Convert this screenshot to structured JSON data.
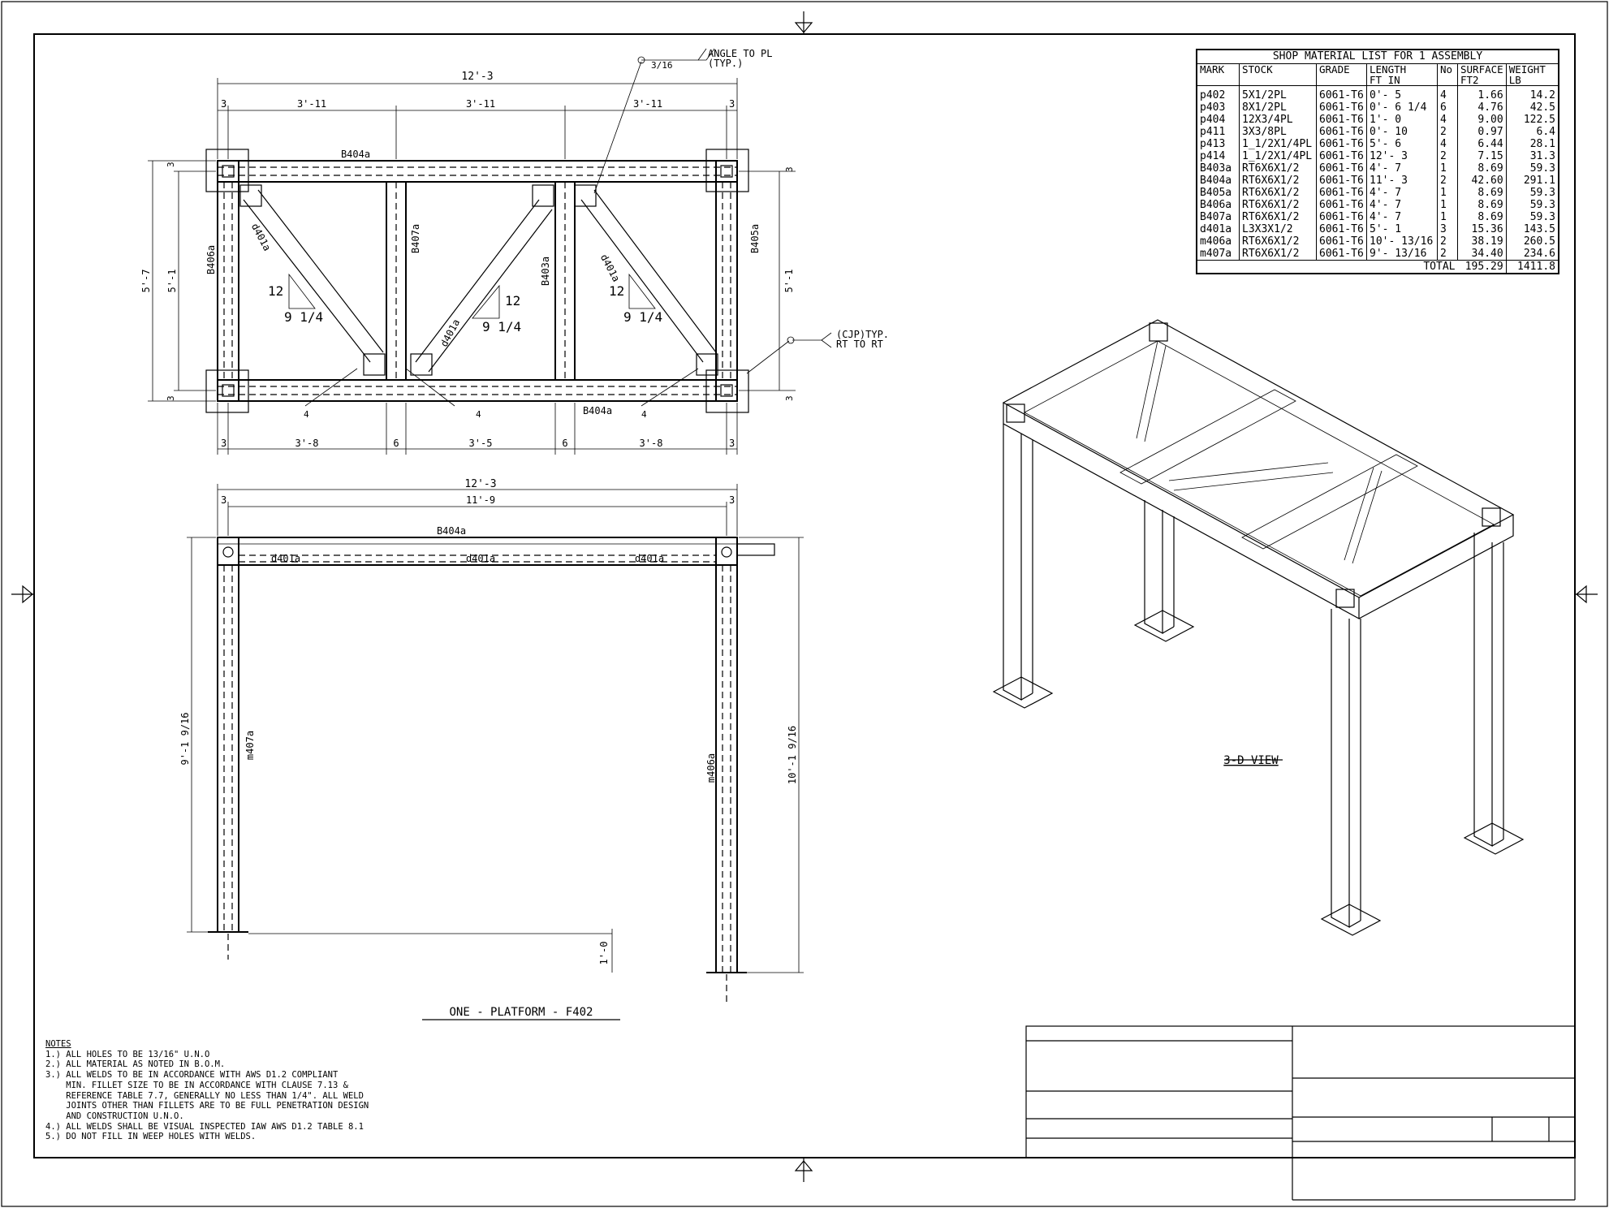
{
  "bom": {
    "title": "SHOP MATERIAL LIST FOR 1 ASSEMBLY",
    "headers": {
      "mark": "MARK",
      "stock": "STOCK",
      "grade": "GRADE",
      "length": "LENGTH",
      "length_sub": "FT  IN",
      "no": "No",
      "surface": "SURFACE",
      "surface_unit": "FT2",
      "weight": "WEIGHT",
      "weight_unit": "LB"
    },
    "rows": [
      {
        "mark": "p402",
        "stock": "5X1/2PL",
        "grade": "6061-T6",
        "length": "0'- 5",
        "no": "4",
        "surface": "1.66",
        "weight": "14.2"
      },
      {
        "mark": "p403",
        "stock": "8X1/2PL",
        "grade": "6061-T6",
        "length": "0'- 6 1/4",
        "no": "6",
        "surface": "4.76",
        "weight": "42.5"
      },
      {
        "mark": "p404",
        "stock": "12X3/4PL",
        "grade": "6061-T6",
        "length": "1'- 0",
        "no": "4",
        "surface": "9.00",
        "weight": "122.5"
      },
      {
        "mark": "p411",
        "stock": "3X3/8PL",
        "grade": "6061-T6",
        "length": "0'- 10",
        "no": "2",
        "surface": "0.97",
        "weight": "6.4"
      },
      {
        "mark": "p413",
        "stock": "1_1/2X1/4PL",
        "grade": "6061-T6",
        "length": "5'- 6",
        "no": "4",
        "surface": "6.44",
        "weight": "28.1"
      },
      {
        "mark": "p414",
        "stock": "1_1/2X1/4PL",
        "grade": "6061-T6",
        "length": "12'- 3",
        "no": "2",
        "surface": "7.15",
        "weight": "31.3"
      },
      {
        "mark": "B403a",
        "stock": "RT6X6X1/2",
        "grade": "6061-T6",
        "length": "4'- 7",
        "no": "1",
        "surface": "8.69",
        "weight": "59.3"
      },
      {
        "mark": "B404a",
        "stock": "RT6X6X1/2",
        "grade": "6061-T6",
        "length": "11'- 3",
        "no": "2",
        "surface": "42.60",
        "weight": "291.1"
      },
      {
        "mark": "B405a",
        "stock": "RT6X6X1/2",
        "grade": "6061-T6",
        "length": "4'- 7",
        "no": "1",
        "surface": "8.69",
        "weight": "59.3"
      },
      {
        "mark": "B406a",
        "stock": "RT6X6X1/2",
        "grade": "6061-T6",
        "length": "4'- 7",
        "no": "1",
        "surface": "8.69",
        "weight": "59.3"
      },
      {
        "mark": "B407a",
        "stock": "RT6X6X1/2",
        "grade": "6061-T6",
        "length": "4'- 7",
        "no": "1",
        "surface": "8.69",
        "weight": "59.3"
      },
      {
        "mark": "d401a",
        "stock": "L3X3X1/2",
        "grade": "6061-T6",
        "length": "5'- 1",
        "no": "3",
        "surface": "15.36",
        "weight": "143.5"
      },
      {
        "mark": "m406a",
        "stock": "RT6X6X1/2",
        "grade": "6061-T6",
        "length": "10'-  13/16",
        "no": "2",
        "surface": "38.19",
        "weight": "260.5"
      },
      {
        "mark": "m407a",
        "stock": "RT6X6X1/2",
        "grade": "6061-T6",
        "length": "9'-  13/16",
        "no": "2",
        "surface": "34.40",
        "weight": "234.6"
      }
    ],
    "total_label": "TOTAL",
    "total_surface": "195.29",
    "total_weight": "1411.8"
  },
  "plan": {
    "overall": "12'-3",
    "top_dims": [
      "3",
      "3'-11",
      "3'-11",
      "3'-11",
      "3"
    ],
    "bottom_dims": [
      "3",
      "3'-8",
      "6",
      "3'-5",
      "6",
      "3'-8",
      "3"
    ],
    "left_outer": "5'-7",
    "left_inner": "5'-1",
    "right_inner": "5'-1",
    "edge3": "3",
    "beam_top": "B404a",
    "beam_bottom": "B404a",
    "beam_left": "B406a",
    "beam_right": "B405a",
    "beam_mid1": "B407a",
    "beam_mid2": "B403a",
    "diag": "d401a",
    "slope_rise": "12",
    "slope_run": "9 1/4",
    "weld_size": "4",
    "callout_angle": "ANGLE TO PL",
    "callout_typ": "(TYP.)",
    "callout_weld": "3/16",
    "callout_cjp": "(CJP)TYP.",
    "callout_rt": "RT TO RT"
  },
  "elevation": {
    "overall": "12'-3",
    "inner": "11'-9",
    "edge3": "3",
    "beam": "B404a",
    "diag": "d401a",
    "left_height": "9'-1 9/16",
    "right_height": "10'-1 9/16",
    "col_left": "m407a",
    "col_right": "m406a",
    "offset": "1'-0",
    "title": "ONE - PLATFORM - F402"
  },
  "iso": {
    "title": "3-D VIEW"
  },
  "notes": {
    "title": "NOTES",
    "items": [
      "1.) ALL HOLES TO BE 13/16\" U.N.O",
      "2.) ALL MATERIAL AS NOTED IN B.O.M.",
      "3.) ALL WELDS TO BE IN ACCORDANCE WITH AWS D1.2 COMPLIANT",
      "    MIN. FILLET SIZE TO BE IN ACCORDANCE WITH CLAUSE 7.13 &",
      "    REFERENCE TABLE 7.7, GENERALLY NO LESS THAN 1/4\". ALL WELD",
      "    JOINTS OTHER THAN FILLETS ARE TO BE FULL PENETRATION DESIGN",
      "    AND CONSTRUCTION U.N.O.",
      "4.) ALL WELDS SHALL BE VISUAL INSPECTED IAW AWS D1.2 TABLE 8.1",
      "5.) DO NOT FILL IN WEEP HOLES WITH WELDS."
    ]
  }
}
